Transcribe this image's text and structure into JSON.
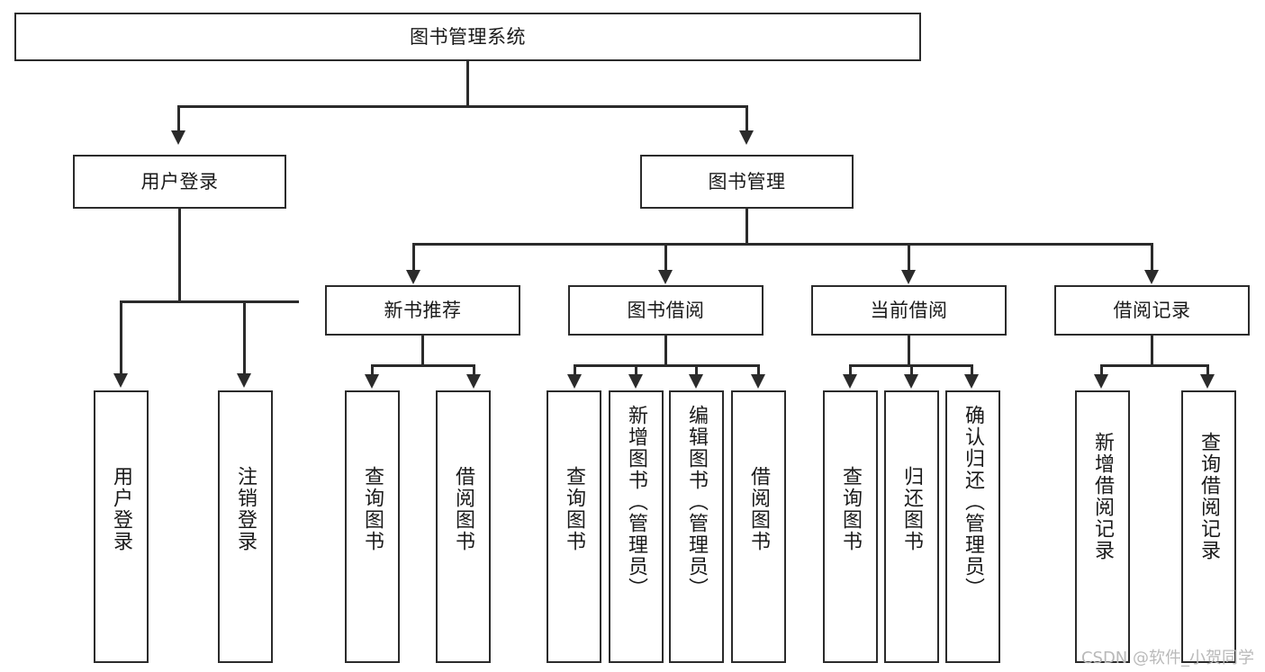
{
  "diagram": {
    "title": "图书管理系统",
    "type": "tree",
    "root": {
      "label": "图书管理系统"
    },
    "level1": [
      {
        "label": "用户登录"
      },
      {
        "label": "图书管理"
      }
    ],
    "level2": [
      {
        "label": "新书推荐"
      },
      {
        "label": "图书借阅"
      },
      {
        "label": "当前借阅"
      },
      {
        "label": "借阅记录"
      }
    ],
    "leaves": {
      "user_login": [
        {
          "label": "用户登录"
        },
        {
          "label": "注销登录"
        }
      ],
      "new_book_recommend": [
        {
          "label": "查询图书"
        },
        {
          "label": "借阅图书"
        }
      ],
      "book_borrow": [
        {
          "label": "查询图书"
        },
        {
          "label": "新增图书（管理员）"
        },
        {
          "label": "编辑图书（管理员）"
        },
        {
          "label": "借阅图书"
        }
      ],
      "current_borrow": [
        {
          "label": "查询图书"
        },
        {
          "label": "归还图书"
        },
        {
          "label": "确认归还（管理员）"
        }
      ],
      "borrow_record": [
        {
          "label": "新增借阅记录"
        },
        {
          "label": "查询借阅记录"
        }
      ]
    }
  },
  "watermark": {
    "text": "CSDN @软件_小贺同学"
  },
  "colors": {
    "stroke": "#2b2b2b",
    "background": "#ffffff",
    "text": "#1a1a1a",
    "watermark": "#b9b9b9"
  }
}
